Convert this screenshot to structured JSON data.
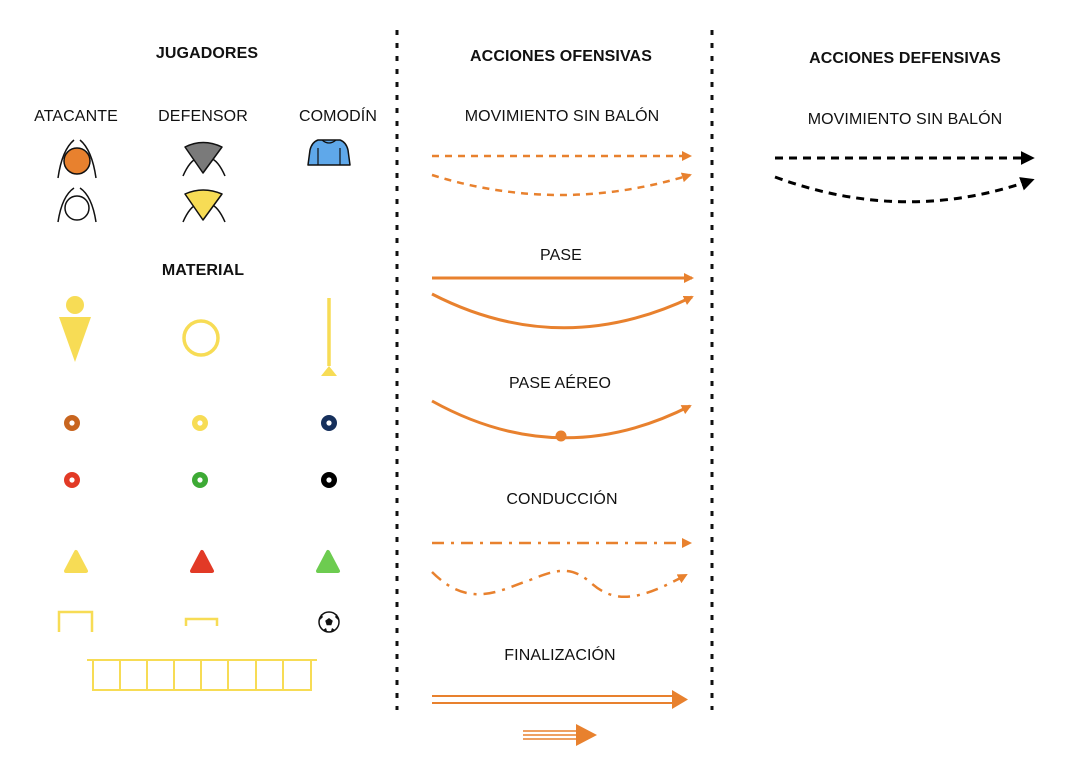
{
  "sections": {
    "players": {
      "title": "JUGADORES",
      "roles": {
        "attacker": "ATACANTE",
        "defender": "DEFENSOR",
        "wildcard": "COMODÍN"
      }
    },
    "material": {
      "title": "MATERIAL"
    },
    "offensive": {
      "title": "ACCIONES OFENSIVAS",
      "labels": {
        "move_no_ball": "MOVIMIENTO SIN BALÓN",
        "pass": "PASE",
        "aerial_pass": "PASE AÉREO",
        "dribble": "CONDUCCIÓN",
        "finish": "FINALIZACIÓN"
      }
    },
    "defensive": {
      "title": "ACCIONES DEFENSIVAS",
      "labels": {
        "move_no_ball": "MOVIMIENTO SIN BALÓN"
      }
    }
  },
  "colors": {
    "orange": "#e8812e",
    "yellow": "#f7dc55",
    "grey": "#7a7a7a",
    "blue": "#5fa8ea",
    "brown": "#c8651f",
    "navy": "#16305c",
    "red": "#e23a26",
    "green": "#3daa35",
    "light_green": "#6dcc50",
    "black": "#000000"
  },
  "icons": {
    "players": [
      "attacker-filled-icon",
      "attacker-outline-icon",
      "defender-grey-icon",
      "defender-yellow-icon",
      "wildcard-icon"
    ],
    "material": [
      "mannequin-icon",
      "hoop-icon",
      "pole-icon",
      "disc-cone-icon",
      "cone-icon",
      "goal-icon",
      "ball-icon",
      "agility-ladder-icon"
    ]
  }
}
